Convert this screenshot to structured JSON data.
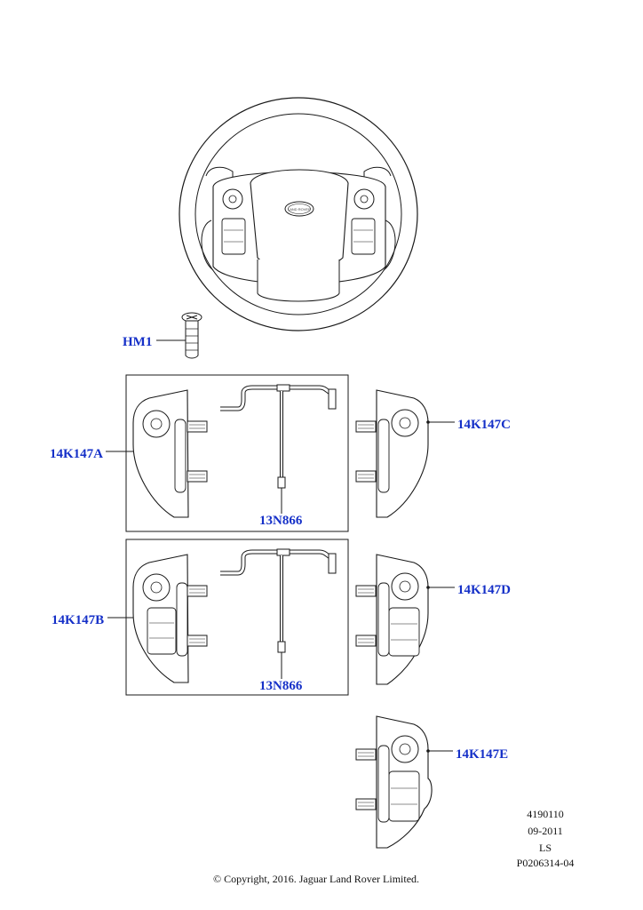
{
  "callouts": {
    "hm1": "HM1",
    "k147a": "14K147A",
    "k147b": "14K147B",
    "k147c": "14K147C",
    "k147d": "14K147D",
    "k147e": "14K147E",
    "n866_top": "13N866",
    "n866_bottom": "13N866"
  },
  "metadata": {
    "illustration_no": "4190110",
    "date": "09-2011",
    "code": "LS",
    "part_ref": "P0206314-04"
  },
  "copyright": "© Copyright, 2016. Jaguar Land Rover Limited.",
  "logo_text": "LAND ROVER",
  "colors": {
    "callout": "#1530c8",
    "line": "#1a1a1a",
    "background": "#ffffff"
  }
}
